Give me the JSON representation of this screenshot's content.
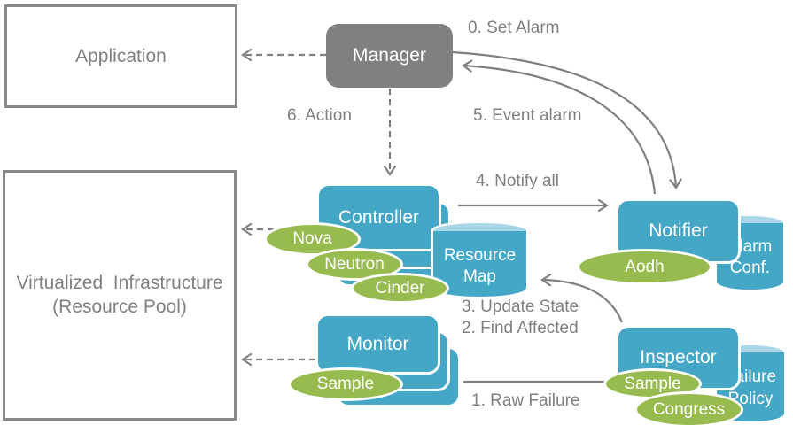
{
  "colors": {
    "teal": "#45a7c6",
    "teal_light": "#a9d7e8",
    "green": "#98bb50",
    "gray": "#808080",
    "label_gray": "#7f7f7f"
  },
  "boxes": {
    "application": {
      "label": "Application"
    },
    "infrastructure": {
      "line1": "Virtualized  Infrastructure",
      "line2": "(Resource Pool)"
    }
  },
  "nodes": {
    "manager": {
      "label": "Manager"
    },
    "controller": {
      "label": "Controller"
    },
    "monitor": {
      "label": "Monitor"
    },
    "notifier": {
      "label": "Notifier"
    },
    "inspector": {
      "label": "Inspector"
    }
  },
  "cylinders": {
    "resource_map": {
      "line1": "Resource",
      "line2": "Map"
    },
    "alarm_conf": {
      "line1": "Alarm",
      "line2": "Conf."
    },
    "failure_policy": {
      "line1": "Failure",
      "line2": "Policy"
    }
  },
  "ellipses": {
    "nova": {
      "label": "Nova"
    },
    "neutron": {
      "label": "Neutron"
    },
    "cinder": {
      "label": "Cinder"
    },
    "monitor_sample": {
      "label": "Sample"
    },
    "aodh": {
      "label": "Aodh"
    },
    "inspector_sample": {
      "label": "Sample"
    },
    "congress": {
      "label": "Congress"
    }
  },
  "labels": {
    "set_alarm": "0. Set Alarm",
    "event_alarm": "5. Event alarm",
    "action": "6. Action",
    "notify_all": "4. Notify all",
    "update_state": "3. Update State",
    "find_affected": "2. Find Affected",
    "raw_failure": "1. Raw Failure"
  }
}
